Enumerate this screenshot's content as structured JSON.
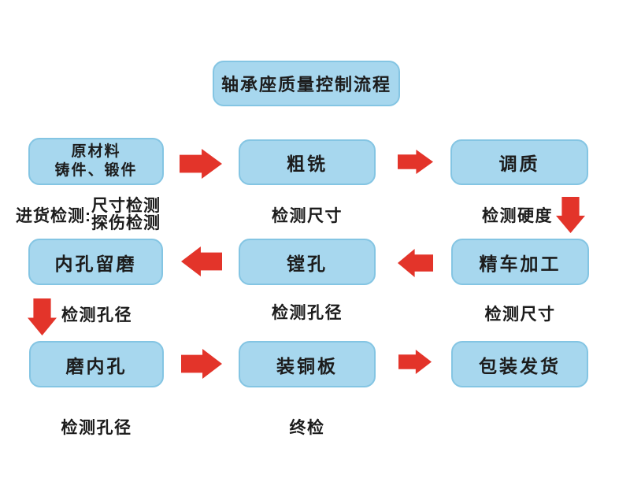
{
  "title": "轴承座质量控制流程",
  "colors": {
    "background": "#ffffff",
    "box_fill": "#a7d7ee",
    "box_border": "#84c5e3",
    "arrow_red": "#e3342a",
    "text": "#1c1c1c"
  },
  "nodes": [
    {
      "id": "raw-material",
      "lines": [
        "原材料",
        "铸件、锻件"
      ]
    },
    {
      "id": "rough-milling",
      "label": "粗铣"
    },
    {
      "id": "tempering",
      "label": "调质"
    },
    {
      "id": "reserve-grinding",
      "label": "内孔留磨"
    },
    {
      "id": "boring",
      "label": "镗孔"
    },
    {
      "id": "fine-turning",
      "label": "精车加工"
    },
    {
      "id": "grind-bore",
      "label": "磨内孔"
    },
    {
      "id": "copper-plate",
      "label": "装铜板"
    },
    {
      "id": "pack-ship",
      "label": "包装发货"
    }
  ],
  "captions": {
    "incoming_prefix": "进货检测:",
    "incoming_lines": [
      "尺寸检测",
      "探伤检测"
    ],
    "after_rough_milling": "检测尺寸",
    "after_tempering": "检测硬度",
    "after_reserve_grinding": "检测孔径",
    "after_boring": "检测孔径",
    "after_fine_turning": "检测尺寸",
    "after_grind_bore": "检测孔径",
    "after_copper_plate": "终检"
  }
}
